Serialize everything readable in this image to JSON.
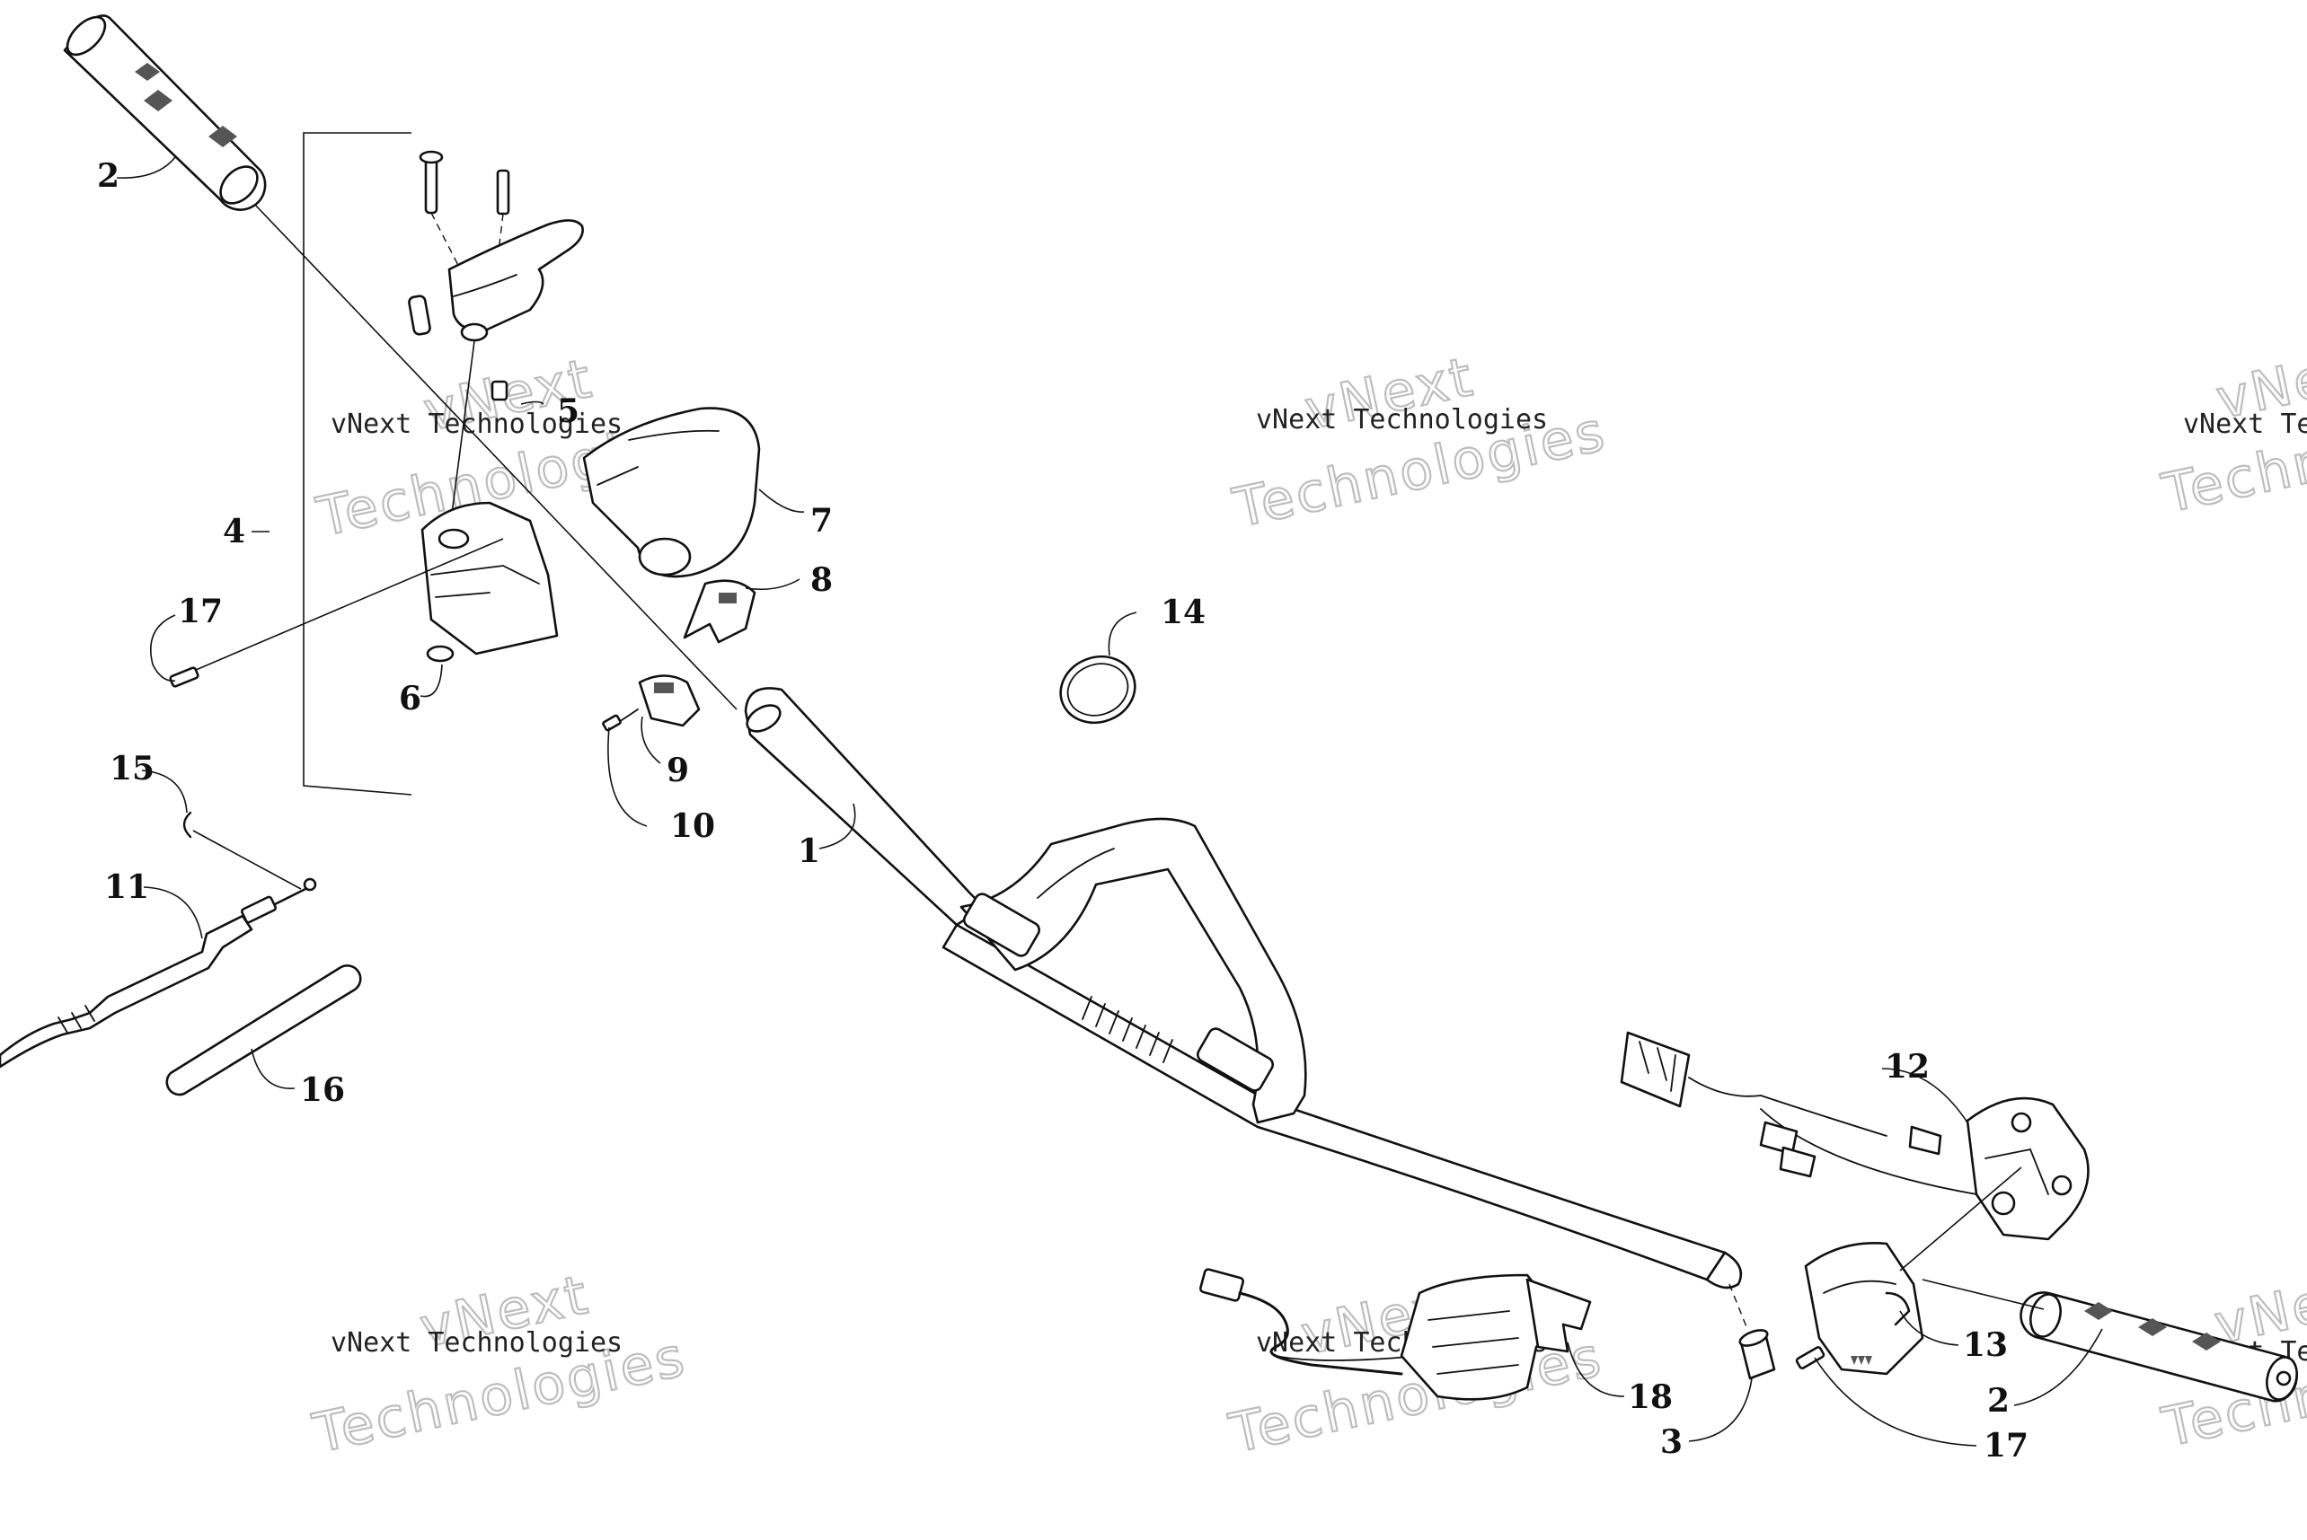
{
  "callouts": {
    "c1": "1",
    "c2a": "2",
    "c2b": "2",
    "c3": "3",
    "c4": "4",
    "c5": "5",
    "c6": "6",
    "c7": "7",
    "c8": "8",
    "c9": "9",
    "c10": "10",
    "c11": "11",
    "c12": "12",
    "c13": "13",
    "c14": "14",
    "c15": "15",
    "c16": "16",
    "c17a": "17",
    "c17b": "17",
    "c18": "18"
  },
  "watermark": {
    "line1": "vNext",
    "line2": "vNext Technologies",
    "line3": "Technologies"
  }
}
